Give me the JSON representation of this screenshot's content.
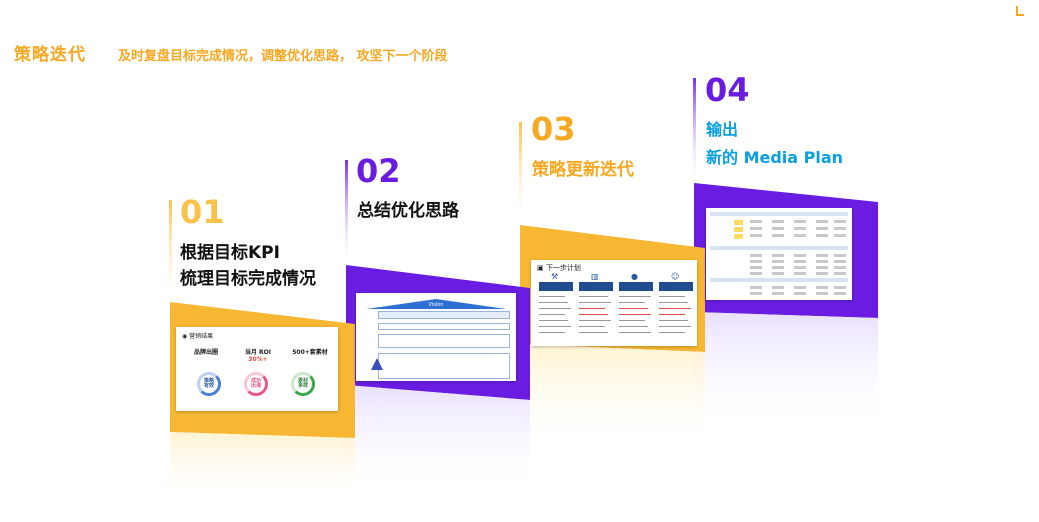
{
  "header": {
    "title": "策略迭代",
    "subtitle": "及时复盘目标完成情况，调整优化思路， 攻坚下一个阶段"
  },
  "colors": {
    "orange": "#f7a823",
    "purple": "#6a1de0",
    "blue": "#0aa0e0",
    "accent_red": "#e84c3d"
  },
  "steps": [
    {
      "number": "01",
      "lines": [
        "根据目标KPI",
        "梳理目标完成情况"
      ]
    },
    {
      "number": "02",
      "lines": [
        "总结优化思路"
      ]
    },
    {
      "number": "03",
      "lines": [
        "策略更新迭代"
      ]
    },
    {
      "number": "04",
      "lines": [
        "输出",
        "新的 Media Plan"
      ]
    }
  ],
  "thumb_01": {
    "title": "营销结果",
    "metrics": [
      {
        "label": "品牌出圈",
        "highlight": ""
      },
      {
        "label": "当月 ROI ",
        "highlight": "30%+"
      },
      {
        "label": "500+套素材",
        "highlight": ""
      }
    ],
    "rings": [
      "策略\n有效",
      "成功\n出海",
      "素材\n多样"
    ]
  },
  "thumb_02": {
    "banner": "Vision"
  },
  "thumb_03": {
    "title": "下一步计划",
    "icons": [
      "tools-icon",
      "factory-icon",
      "globe-icon",
      "people-icon"
    ]
  }
}
